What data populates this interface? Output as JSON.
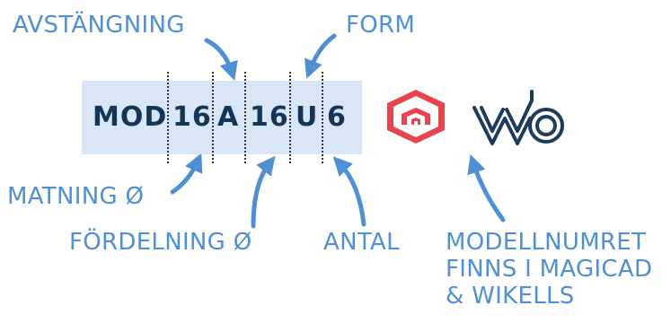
{
  "labels": {
    "avstangning": "AVSTÄNGNING",
    "form": "FORM",
    "matning": "MATNING Ø",
    "fordelning": "FÖRDELNING Ø",
    "antal": "ANTAL",
    "modell_line1": "MODELLNUMRET",
    "modell_line2": "FINNS I MAGICAD",
    "modell_line3": "& WIKELLS"
  },
  "model_code": {
    "prefix": "MOD",
    "supply_dim": "16",
    "shutoff": "A",
    "distribution_dim": "16",
    "form": "U",
    "count": "6"
  },
  "logos": [
    {
      "name": "magicad-logo",
      "color": "#e8444f"
    },
    {
      "name": "wikells-logo",
      "color": "#1d3b5c"
    }
  ],
  "colors": {
    "accent": "#4f8fd4",
    "code_text": "#143556",
    "code_background": "#d8e6f5"
  }
}
